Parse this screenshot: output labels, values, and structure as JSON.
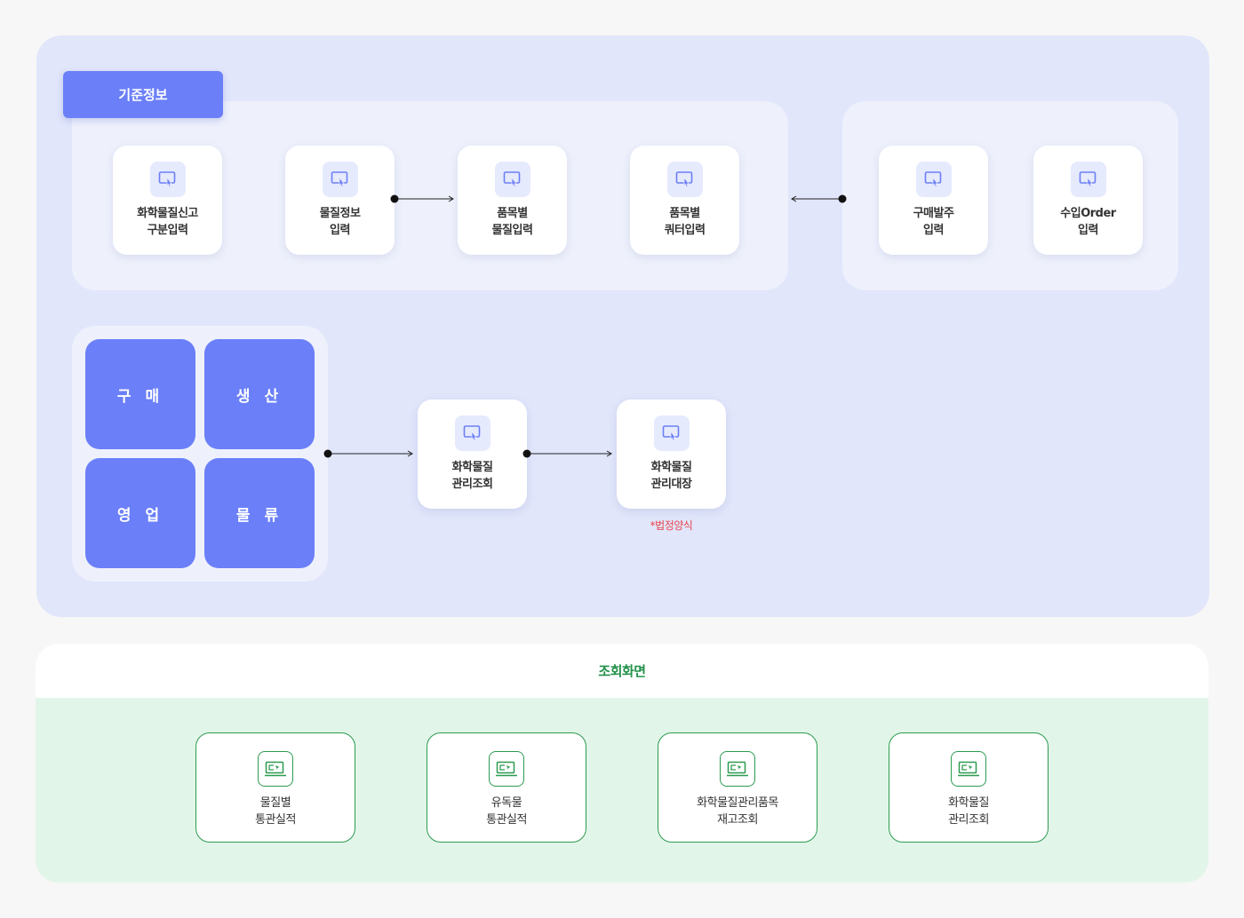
{
  "colors": {
    "primary": "#6b7ff8",
    "panel": "#e1e6fb",
    "view_accent": "#2c9b50",
    "note": "#e8454c"
  },
  "base_info": {
    "tag": "기준정보",
    "group_a": [
      {
        "line1": "화학물질신고",
        "line2": "구분입력",
        "icon": "touch-screen-icon"
      },
      {
        "line1": "물질정보",
        "line2": "입력",
        "icon": "touch-screen-icon"
      },
      {
        "line1": "품목별",
        "line2": "물질입력",
        "icon": "touch-screen-icon"
      },
      {
        "line1": "품목별",
        "line2": "쿼터입력",
        "icon": "touch-screen-icon"
      }
    ],
    "group_b": [
      {
        "line1": "구매발주",
        "line2": "입력",
        "icon": "touch-screen-icon"
      },
      {
        "line1": "수입Order",
        "line2": "입력",
        "icon": "touch-screen-icon"
      }
    ]
  },
  "process": {
    "departments": [
      "구 매",
      "생 산",
      "영 업",
      "물 류"
    ],
    "steps": [
      {
        "line1": "화학물질",
        "line2": "관리조회",
        "icon": "touch-screen-icon"
      },
      {
        "line1": "화학물질",
        "line2": "관리대장",
        "icon": "touch-screen-icon"
      }
    ],
    "note": "*법정양식"
  },
  "views": {
    "title": "조회화면",
    "items": [
      {
        "line1": "물질별",
        "line2": "통관실적",
        "icon": "monitor-click-icon"
      },
      {
        "line1": "유독물",
        "line2": "통관실적",
        "icon": "monitor-click-icon"
      },
      {
        "line1": "화학물질관리품목",
        "line2": "재고조회",
        "icon": "monitor-click-icon"
      },
      {
        "line1": "화학물질",
        "line2": "관리조회",
        "icon": "monitor-click-icon"
      }
    ]
  }
}
